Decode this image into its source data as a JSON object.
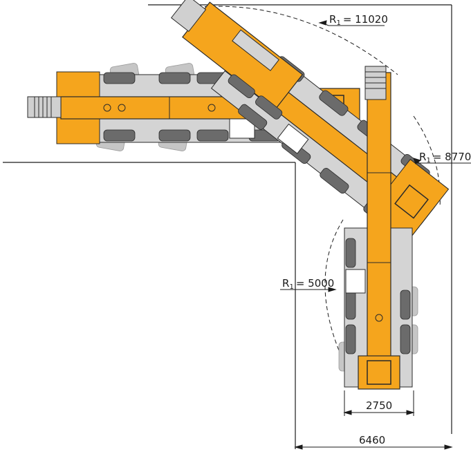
{
  "diagram": {
    "labels": {
      "r_outer": {
        "symbol": "R",
        "sub": "1",
        "value": "= 11020"
      },
      "r_middle": {
        "symbol": "R",
        "sub": "1",
        "value": "= 8770"
      },
      "r_inner": {
        "symbol": "R",
        "sub": "1",
        "value": "= 5000"
      }
    },
    "dimensions": {
      "vehicle_width": "2750",
      "road_width": "6460"
    },
    "colors": {
      "crane_body": "#f5a51d",
      "crane_outline": "#2a2a2a",
      "tires": "#6b6b6b",
      "ghost_tires": "#bdbdbd",
      "chassis_grey": "#c8c8c8",
      "line": "#1a1a1a"
    }
  }
}
